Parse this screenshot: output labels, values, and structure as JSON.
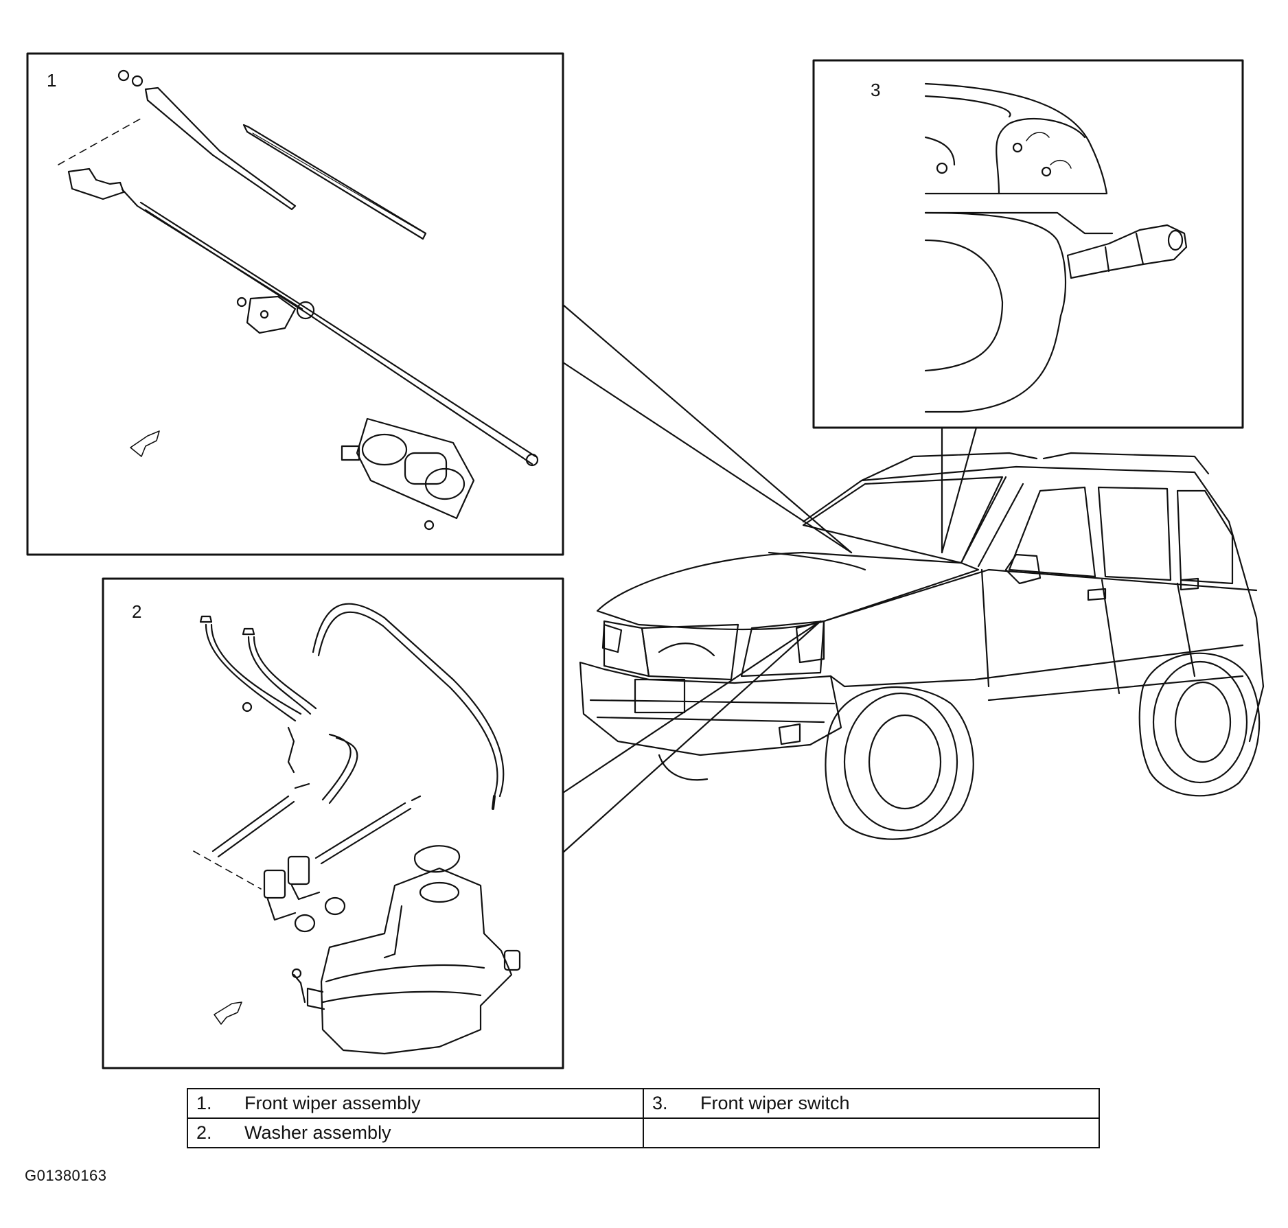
{
  "panels": [
    {
      "number": "1"
    },
    {
      "number": "2"
    },
    {
      "number": "3"
    }
  ],
  "legend": {
    "rows": [
      [
        {
          "num": "1.",
          "label": "Front wiper assembly"
        },
        {
          "num": "3.",
          "label": "Front wiper switch"
        }
      ],
      [
        {
          "num": "2.",
          "label": "Washer assembly"
        },
        {
          "num": "",
          "label": ""
        }
      ]
    ]
  },
  "figure_id": "G01380163"
}
